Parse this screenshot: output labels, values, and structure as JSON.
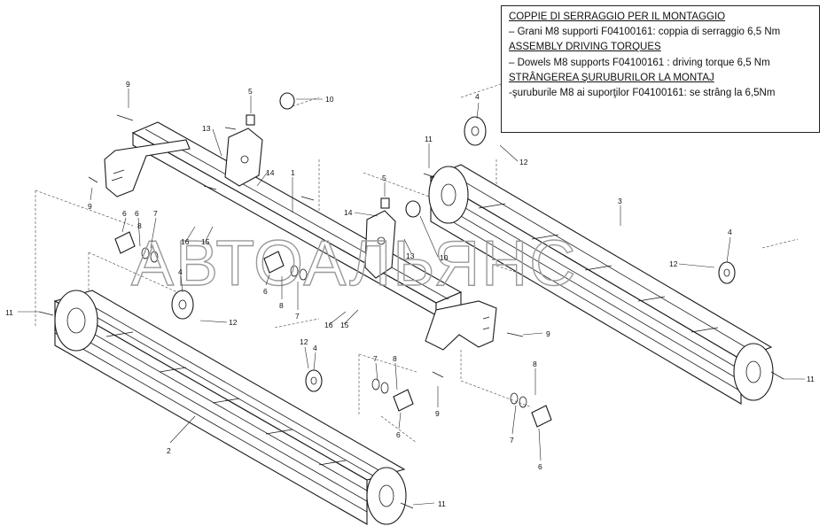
{
  "watermark": "АВТОАЛЬЯНС",
  "torque_box": {
    "lines": [
      {
        "text": "COPPIE DI SERRAGGIO PER IL MONTAGGIO",
        "heading": true
      },
      {
        "text": "– Grani M8 supporti F04100161: coppia di serraggio 6,5 Nm",
        "heading": false
      },
      {
        "text": "ASSEMBLY DRIVING TORQUES",
        "heading": true
      },
      {
        "text": "– Dowels M8 supports F04100161  : driving torque 6,5 Nm",
        "heading": false
      },
      {
        "text": "STRÂNGEREA ŞURUBURILOR LA MONTAJ",
        "heading": true
      },
      {
        "text": "-şuruburile M8 ai suporţilor F04100161: se strâng la 6,5Nm",
        "heading": false
      }
    ]
  },
  "callouts": [
    {
      "id": "c-1",
      "label": "1"
    },
    {
      "id": "c-2",
      "label": "2"
    },
    {
      "id": "c-3",
      "label": "3"
    },
    {
      "id": "c-4a",
      "label": "4"
    },
    {
      "id": "c-4b",
      "label": "4"
    },
    {
      "id": "c-4c",
      "label": "4"
    },
    {
      "id": "c-4d",
      "label": "4"
    },
    {
      "id": "c-5a",
      "label": "5"
    },
    {
      "id": "c-5b",
      "label": "5"
    },
    {
      "id": "c-6a",
      "label": "6"
    },
    {
      "id": "c-6b",
      "label": "6"
    },
    {
      "id": "c-6c",
      "label": "6"
    },
    {
      "id": "c-6d",
      "label": "6"
    },
    {
      "id": "c-6e",
      "label": "6"
    },
    {
      "id": "c-7a",
      "label": "7"
    },
    {
      "id": "c-7b",
      "label": "7"
    },
    {
      "id": "c-7c",
      "label": "7"
    },
    {
      "id": "c-7d",
      "label": "7"
    },
    {
      "id": "c-8a",
      "label": "8"
    },
    {
      "id": "c-8b",
      "label": "8"
    },
    {
      "id": "c-8c",
      "label": "8"
    },
    {
      "id": "c-8d",
      "label": "8"
    },
    {
      "id": "c-9a",
      "label": "9"
    },
    {
      "id": "c-9b",
      "label": "9"
    },
    {
      "id": "c-9c",
      "label": "9"
    },
    {
      "id": "c-9d",
      "label": "9"
    },
    {
      "id": "c-10a",
      "label": "10"
    },
    {
      "id": "c-10b",
      "label": "10"
    },
    {
      "id": "c-11a",
      "label": "11"
    },
    {
      "id": "c-11b",
      "label": "11"
    },
    {
      "id": "c-11c",
      "label": "11"
    },
    {
      "id": "c-11d",
      "label": "11"
    },
    {
      "id": "c-12a",
      "label": "12"
    },
    {
      "id": "c-12b",
      "label": "12"
    },
    {
      "id": "c-12c",
      "label": "12"
    },
    {
      "id": "c-12d",
      "label": "12"
    },
    {
      "id": "c-13a",
      "label": "13"
    },
    {
      "id": "c-13b",
      "label": "13"
    },
    {
      "id": "c-14a",
      "label": "14"
    },
    {
      "id": "c-14b",
      "label": "14"
    },
    {
      "id": "c-15a",
      "label": "15"
    },
    {
      "id": "c-15b",
      "label": "15"
    },
    {
      "id": "c-16a",
      "label": "16"
    },
    {
      "id": "c-16b",
      "label": "16"
    }
  ]
}
